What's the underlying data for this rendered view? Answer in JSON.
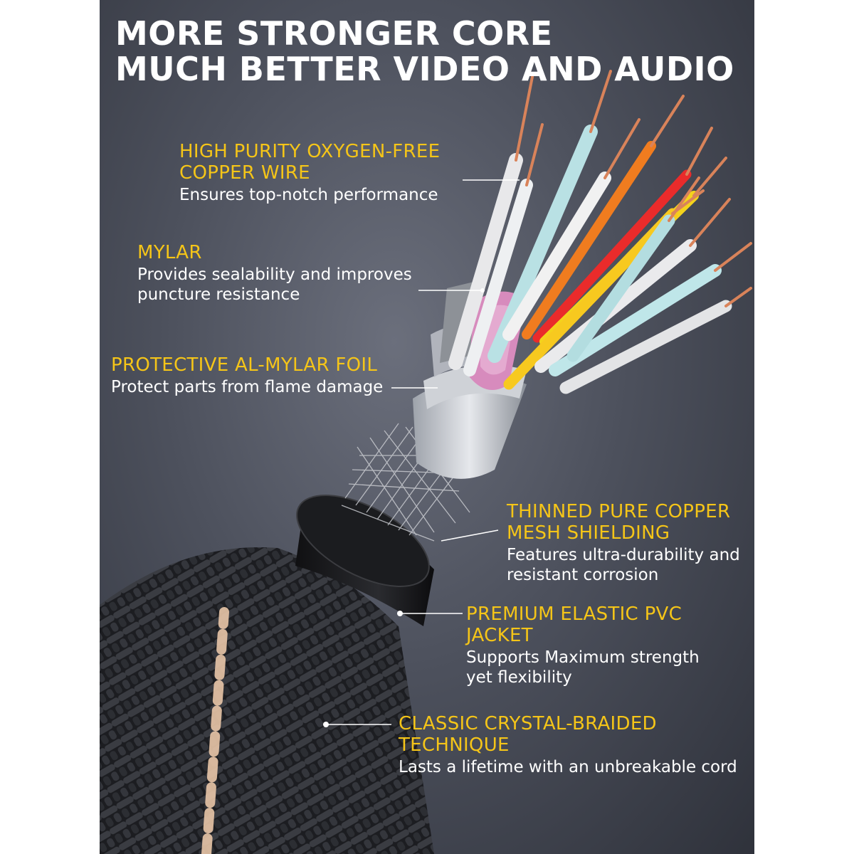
{
  "headline": {
    "line1": "MORE STRONGER CORE",
    "line2": "MUCH BETTER VIDEO AND AUDIO"
  },
  "callouts": [
    {
      "title": [
        "HIGH PURITY OXYGEN-FREE",
        "COPPER WIRE"
      ],
      "desc": [
        "Ensures top-notch performance"
      ]
    },
    {
      "title": [
        "MYLAR"
      ],
      "desc": [
        "Provides sealability and improves",
        "puncture resistance"
      ]
    },
    {
      "title": [
        "PROTECTIVE AL-MYLAR FOIL"
      ],
      "desc": [
        "Protect parts from flame damage"
      ]
    },
    {
      "title": [
        "THINNED PURE COPPER",
        "MESH SHIELDING"
      ],
      "desc": [
        "Features ultra-durability and",
        "resistant corrosion"
      ]
    },
    {
      "title": [
        "PREMIUM ELASTIC PVC",
        "JACKET"
      ],
      "desc": [
        "Supports Maximum strength",
        "yet flexibility"
      ]
    },
    {
      "title": [
        "CLASSIC CRYSTAL-BRAIDED",
        "TECHNIQUE"
      ],
      "desc": [
        "Lasts a lifetime with an unbreakable cord"
      ]
    }
  ],
  "colors": {
    "accent": "#f5c518",
    "text": "#ffffff",
    "background": "#4d515d"
  }
}
